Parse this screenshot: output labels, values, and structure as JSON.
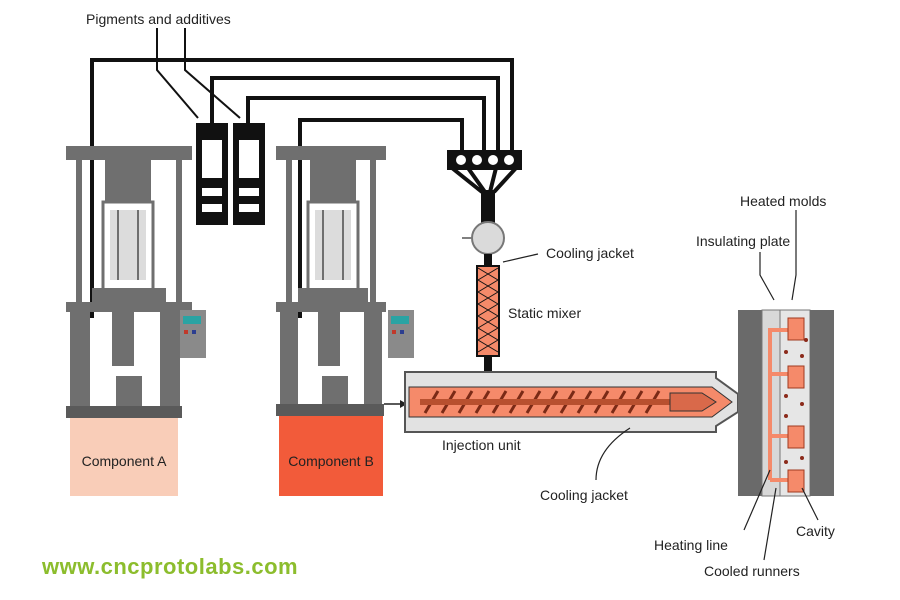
{
  "labels": {
    "pigments": "Pigments and additives",
    "cooling_jacket_top": "Cooling jacket",
    "static_mixer": "Static mixer",
    "heated_molds": "Heated molds",
    "insulating_plate": "Insulating plate",
    "component_a": "Component A",
    "component_b": "Component B",
    "injection_unit": "Injection unit",
    "cooling_jacket_bottom": "Cooling jacket",
    "heating_line": "Heating line",
    "cavity": "Cavity",
    "cooled_runners": "Cooled runners"
  },
  "watermark": "www.cncprotolabs.com",
  "colors": {
    "component_a": "#f9cdb8",
    "component_b": "#f25b3a",
    "melt": "#f58a6a",
    "steel": "#6f6f6f",
    "watermark": "#8cbd2d"
  }
}
